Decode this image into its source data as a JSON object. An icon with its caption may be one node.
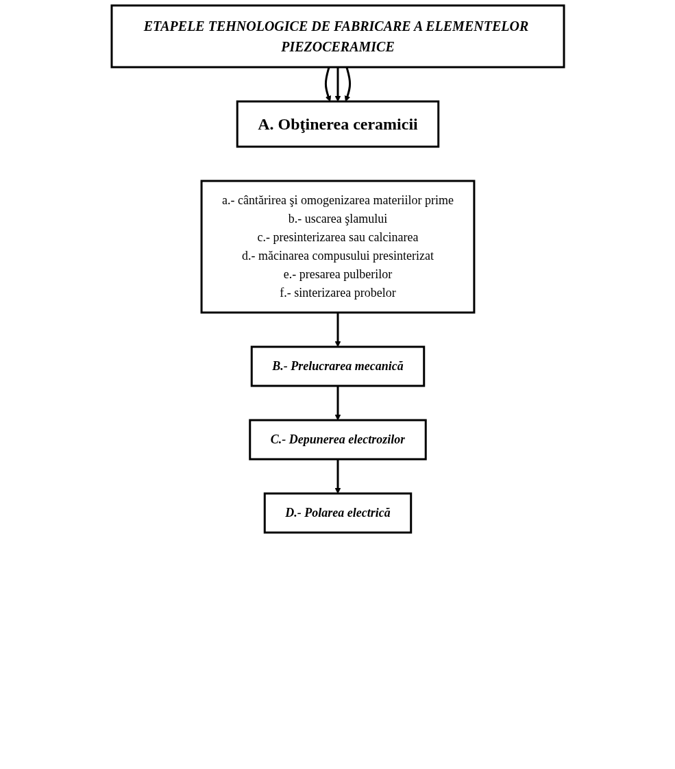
{
  "diagram": {
    "nodes": [
      {
        "text": [
          "ETAPELE TEHNOLOGICE DE FABRICARE A ELEMENTELOR PIEZOCERAMICE"
        ]
      },
      {
        "text": [
          "A. Obţinerea ceramicii"
        ]
      },
      {
        "text": [
          "a.- cântărirea şi omogenizarea materiilor prime",
          "b.- uscarea şlamului",
          "c.- presinterizarea sau calcinarea",
          "d.- măcinarea compusului presinterizat",
          "e.- presarea pulberilor",
          "f.- sinterizarea probelor"
        ]
      },
      {
        "text": [
          "B.- Prelucrarea mecanică"
        ]
      },
      {
        "text": [
          "C.- Depunerea electrozilor"
        ]
      },
      {
        "text": [
          "D.- Polarea electrică"
        ]
      }
    ],
    "edges": [
      {
        "from": 0,
        "to": 1,
        "arrow": "to"
      },
      {
        "from": 0,
        "to": 1,
        "arrow": "to"
      },
      {
        "from": 0,
        "to": 1,
        "arrow": "to"
      },
      {
        "from": 2,
        "to": 3,
        "arrow": "to"
      },
      {
        "from": 3,
        "to": 4,
        "arrow": "to"
      },
      {
        "from": 4,
        "to": 5,
        "arrow": "to"
      }
    ]
  }
}
